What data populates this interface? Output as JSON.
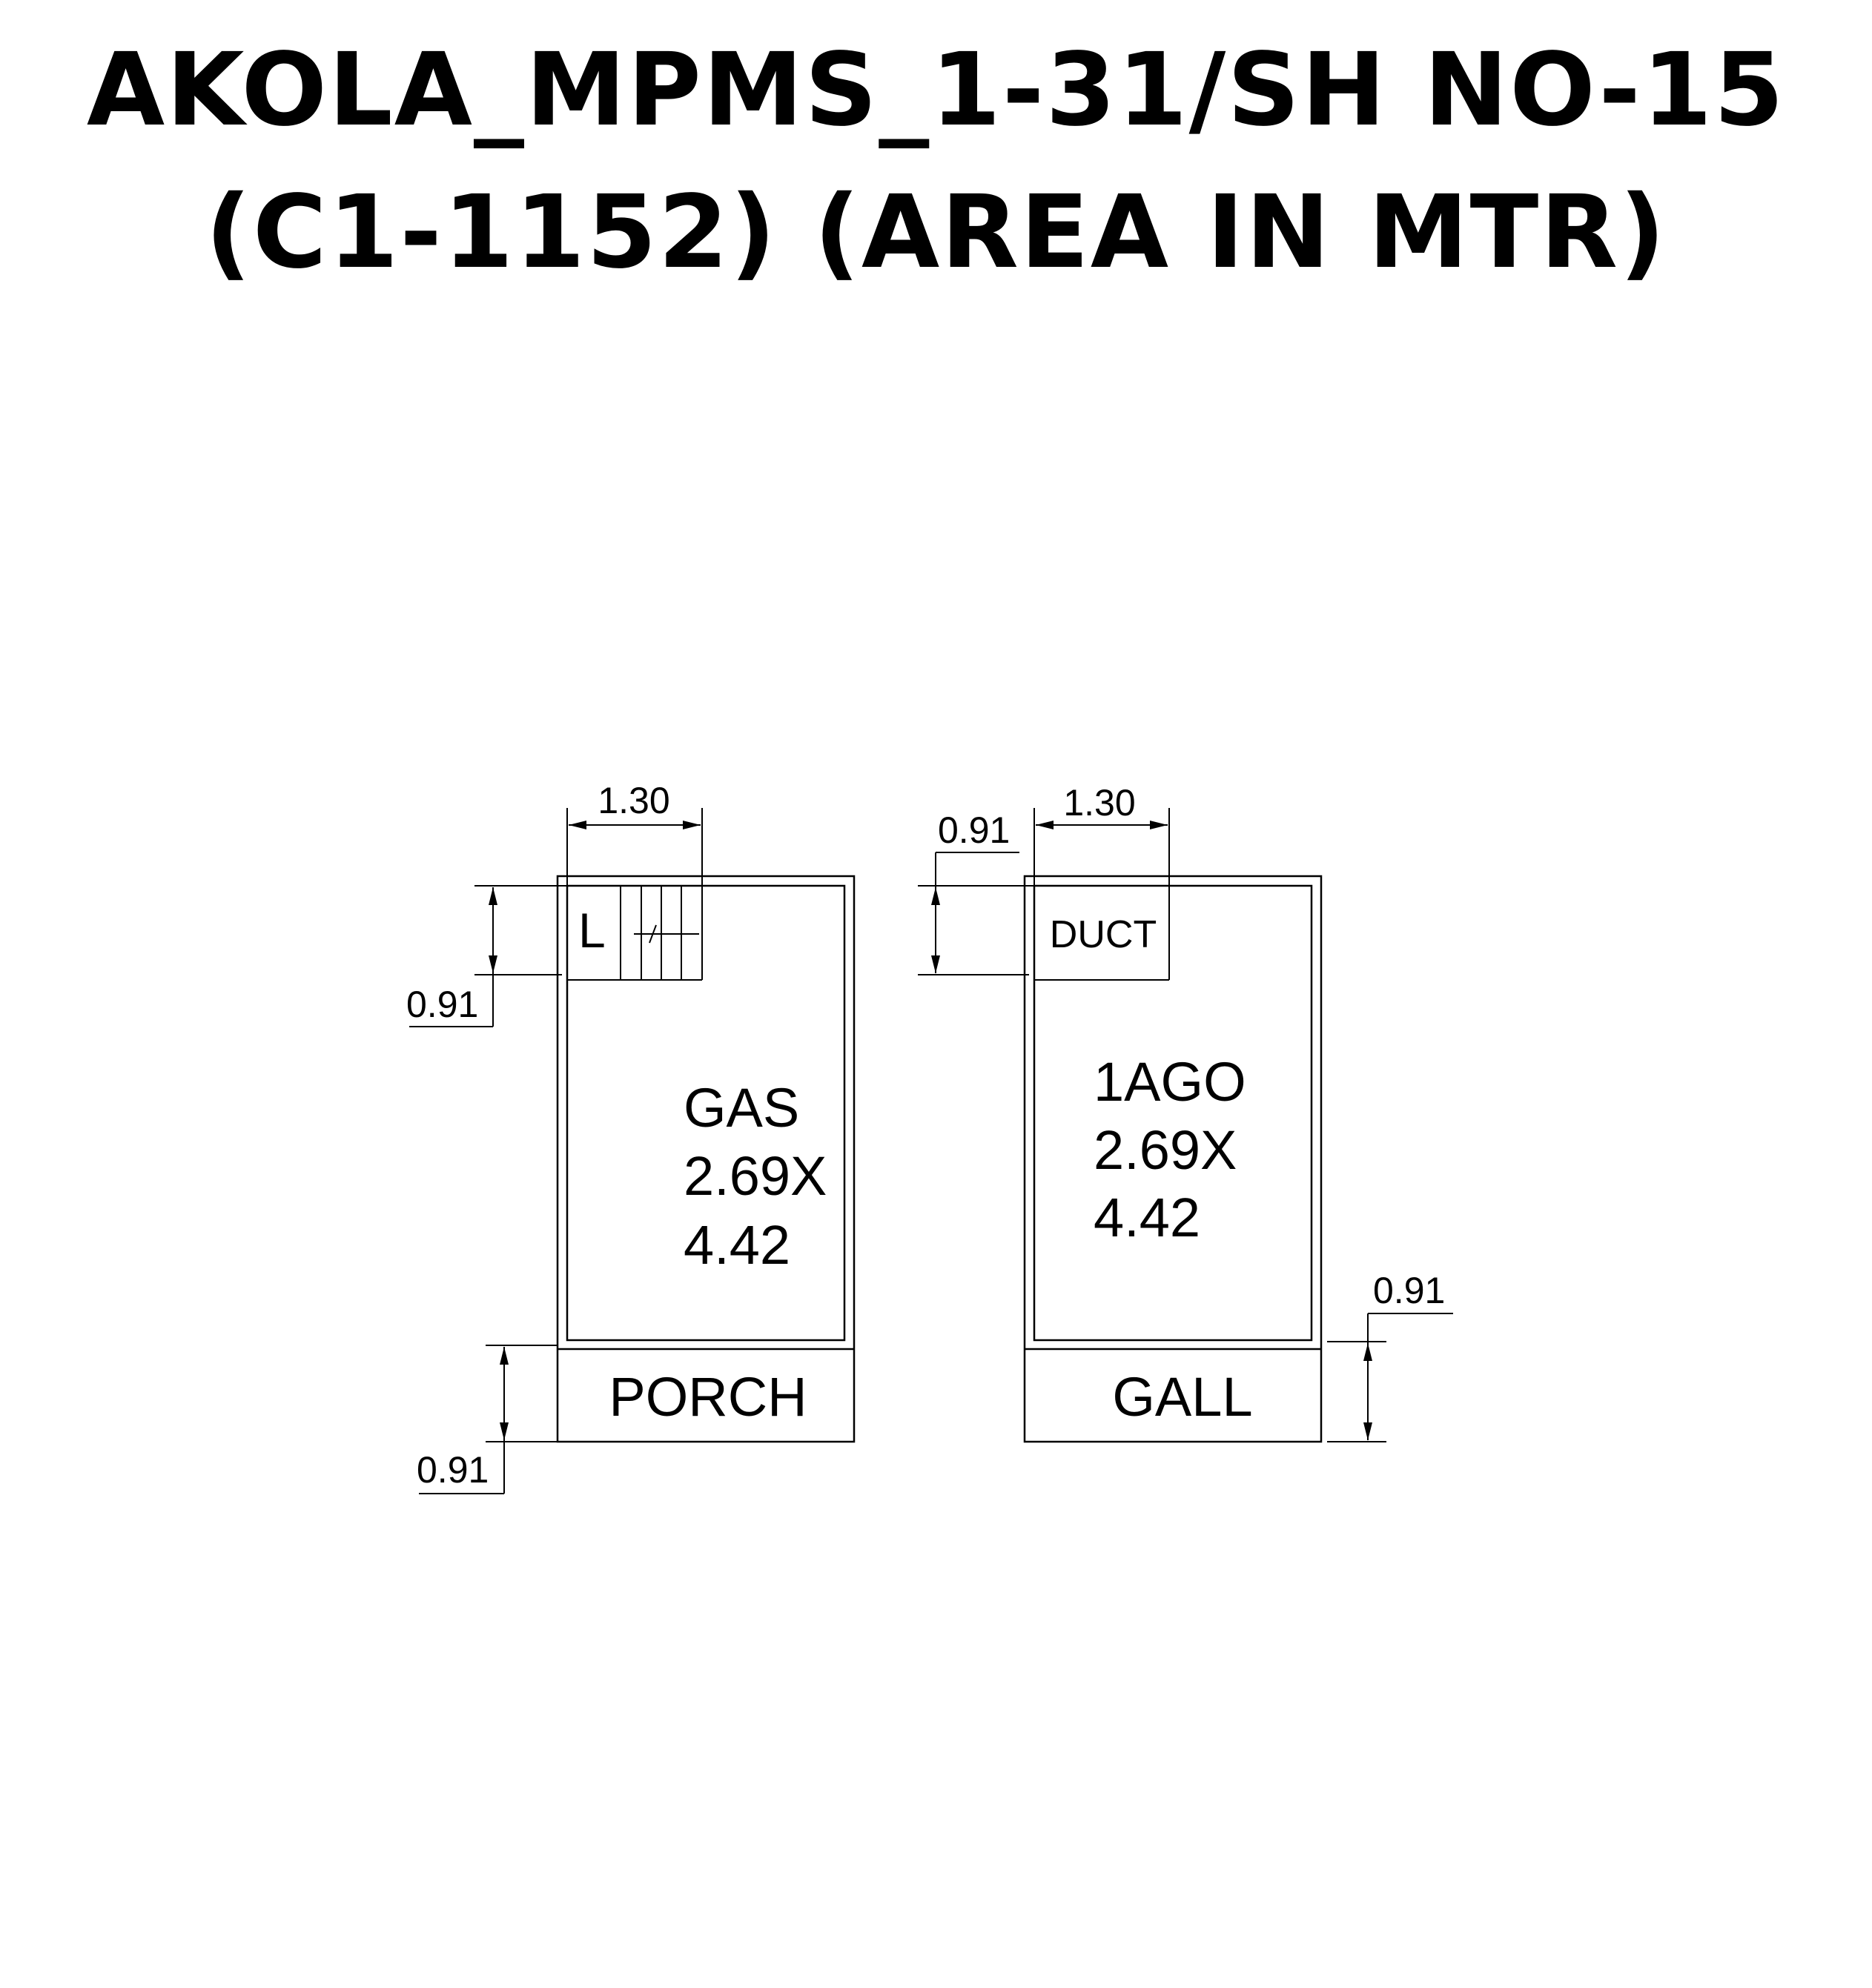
{
  "title": {
    "line1": "AKOLA_MPMS_1-31/SH NO-15",
    "line2": "(C1-1152) (AREA IN MTR)"
  },
  "left_unit": {
    "room_name": "GAS",
    "room_dim1": "2.69X",
    "room_dim2": "4.42",
    "stair_label": "L",
    "porch_label": "PORCH",
    "dim_top_width": "1.30",
    "dim_stair_height": "0.91",
    "dim_porch_height": "0.91"
  },
  "right_unit": {
    "room_name": "1AGO",
    "room_dim1": "2.69X",
    "room_dim2": "4.42",
    "duct_label": "DUCT",
    "gall_label": "GALL",
    "dim_top_width": "1.30",
    "dim_duct_height": "0.91",
    "dim_gall_height": "0.91"
  },
  "colors": {
    "ink": "#000000",
    "background": "#ffffff"
  }
}
